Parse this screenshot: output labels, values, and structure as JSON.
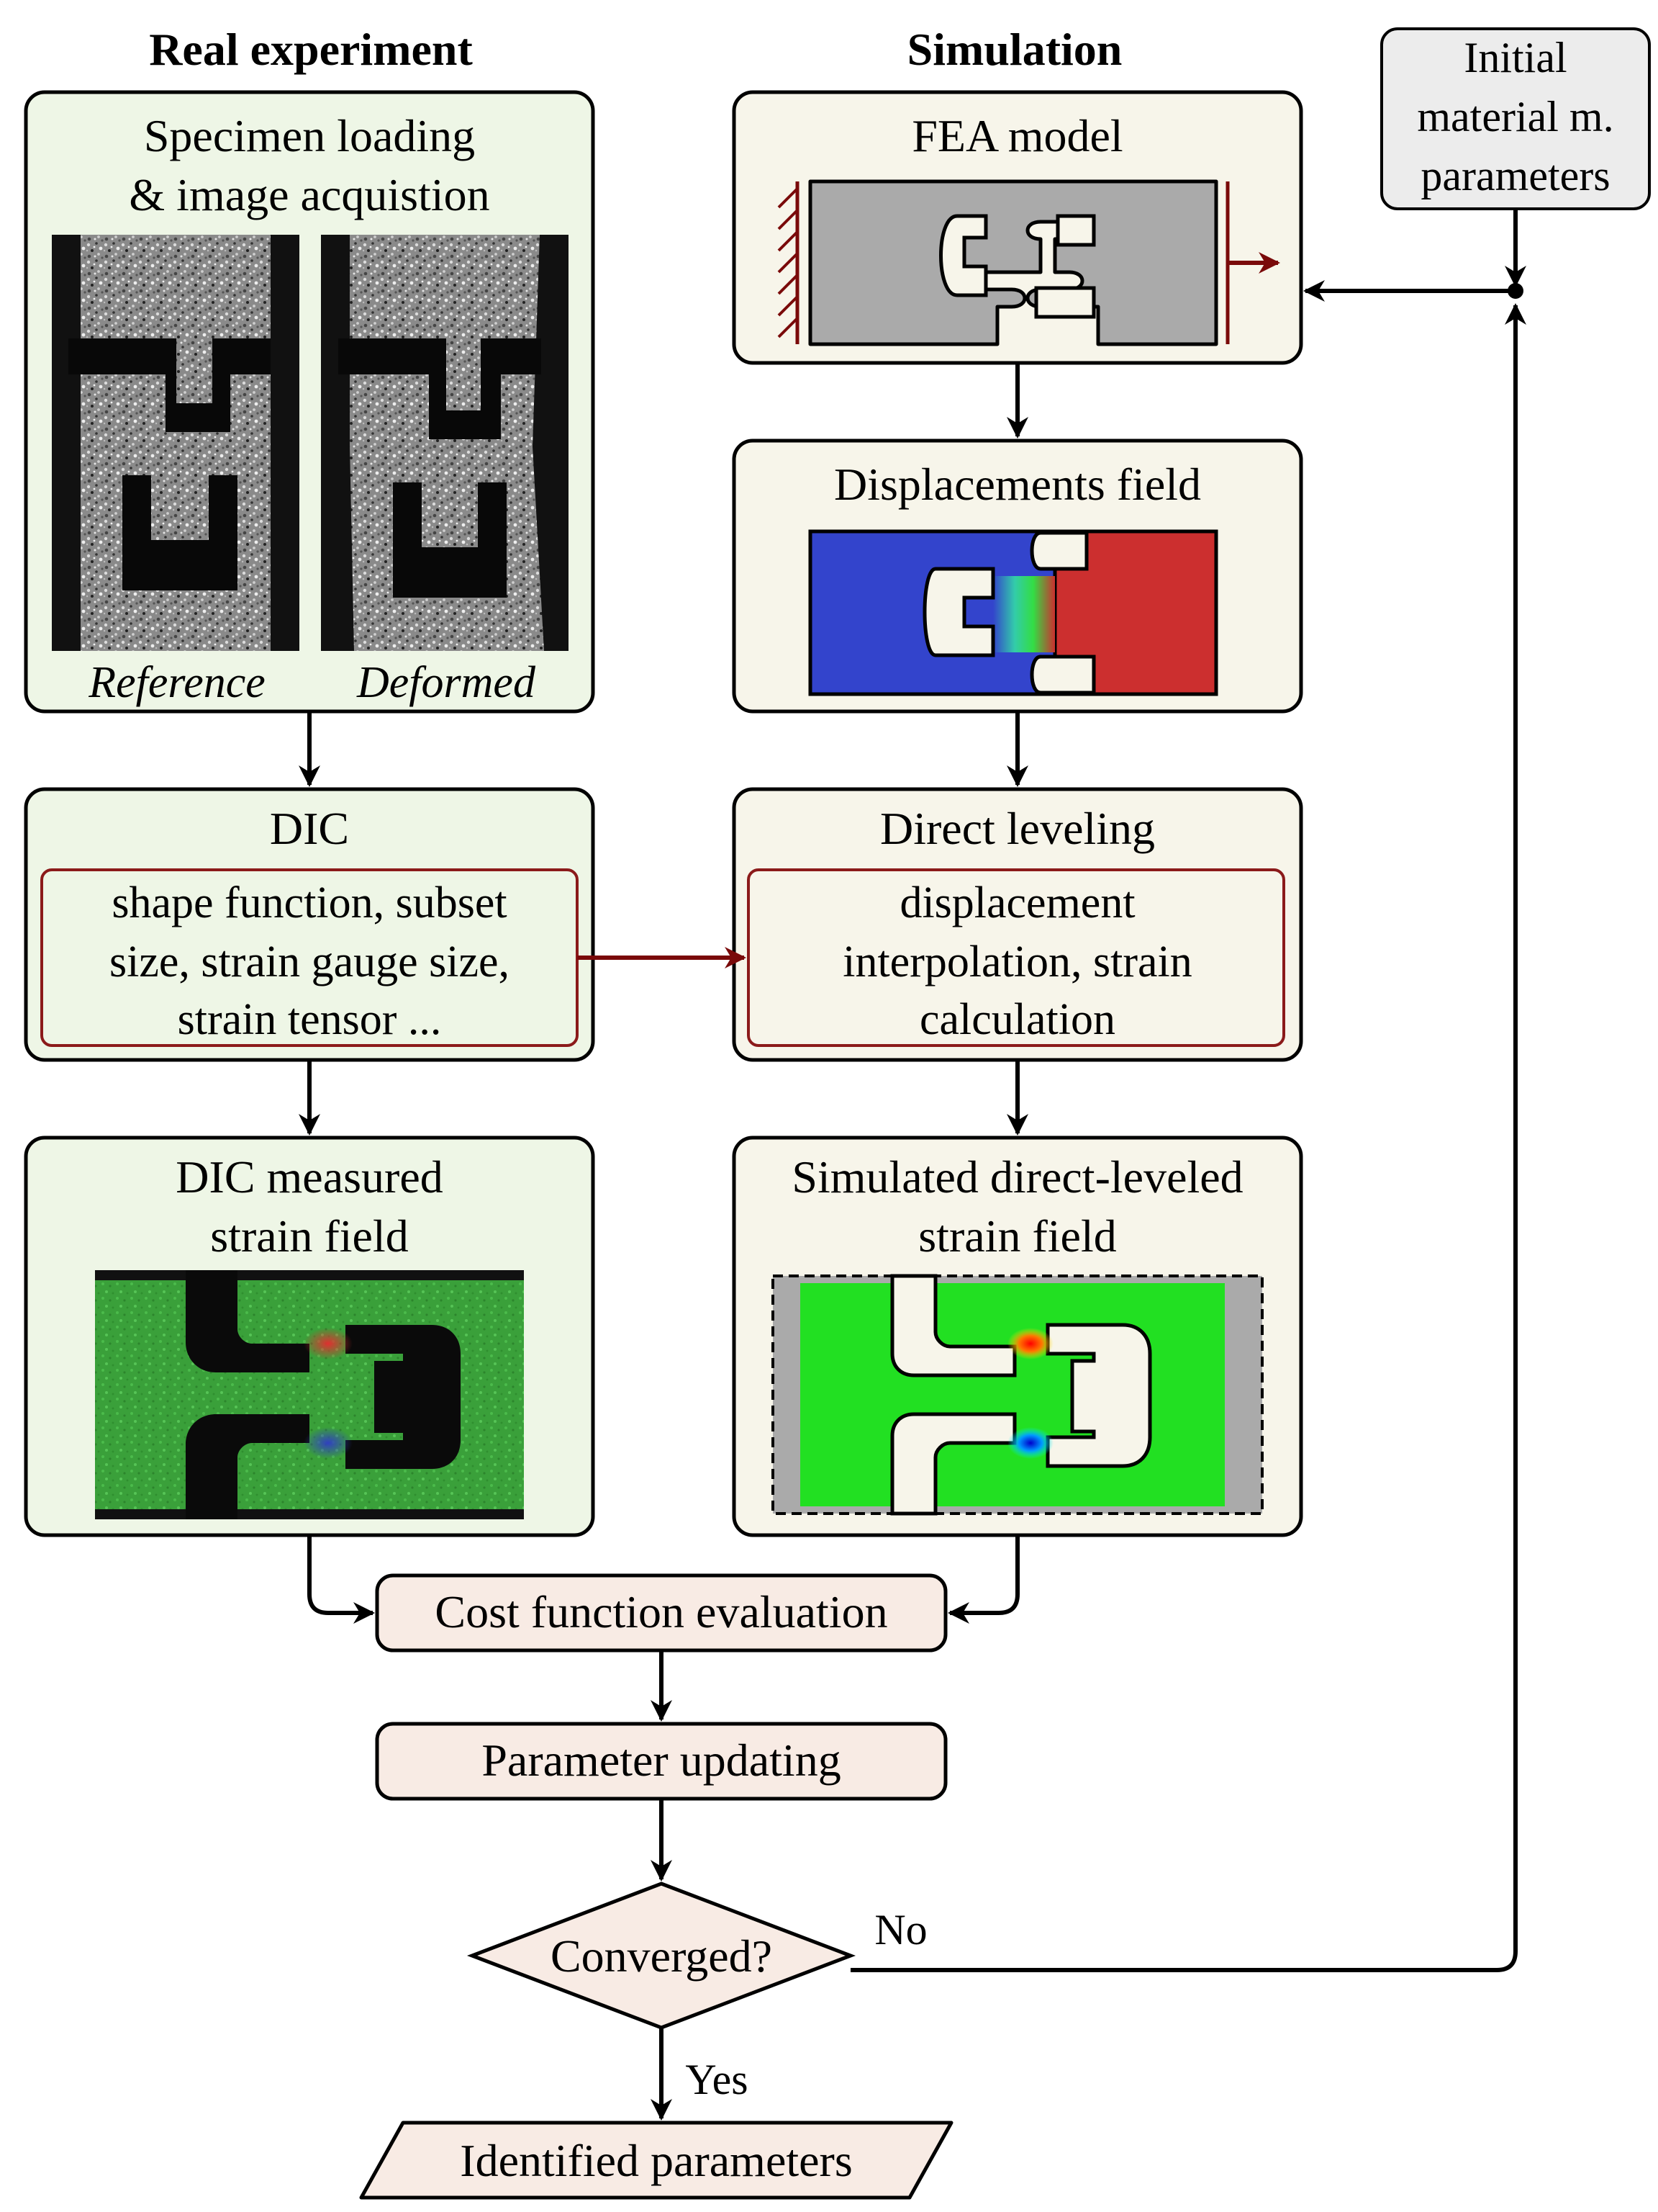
{
  "headers": {
    "real_experiment": "Real experiment",
    "simulation": "Simulation"
  },
  "initial": {
    "line1": "Initial",
    "line2": "material m.",
    "line3": "parameters"
  },
  "specimen": {
    "line1": "Specimen loading",
    "line2": "& image acquistion",
    "caption_reference": "Reference",
    "caption_deformed": "Deformed"
  },
  "fea": {
    "title": "FEA model"
  },
  "displacements": {
    "title": "Displacements field"
  },
  "dic": {
    "title": "DIC",
    "line1": "shape function, subset",
    "line2": "size, strain gauge size,",
    "line3": "strain tensor ..."
  },
  "direct": {
    "title": "Direct leveling",
    "line1": "displacement",
    "line2": "interpolation, strain",
    "line3": "calculation"
  },
  "dic_measured": {
    "line1": "DIC measured",
    "line2": "strain field"
  },
  "simulated": {
    "line1": "Simulated direct-leveled",
    "line2": "strain field"
  },
  "cost": {
    "label": "Cost function evaluation"
  },
  "update": {
    "label": "Parameter updating"
  },
  "decision": {
    "label": "Converged?",
    "no": "No",
    "yes": "Yes"
  },
  "result": {
    "label": "Identified parameters"
  },
  "colors": {
    "experiment_fill": "#eef6e6",
    "simulation_fill": "#f7f5ea",
    "initial_fill": "#ececec",
    "process_fill": "#f8ebe4",
    "accent_red": "#8b1a1a",
    "field_blue": "#3344cc",
    "field_red": "#cc2f2f",
    "strain_green": "#22e022",
    "fea_gray": "#aaaaaa"
  }
}
